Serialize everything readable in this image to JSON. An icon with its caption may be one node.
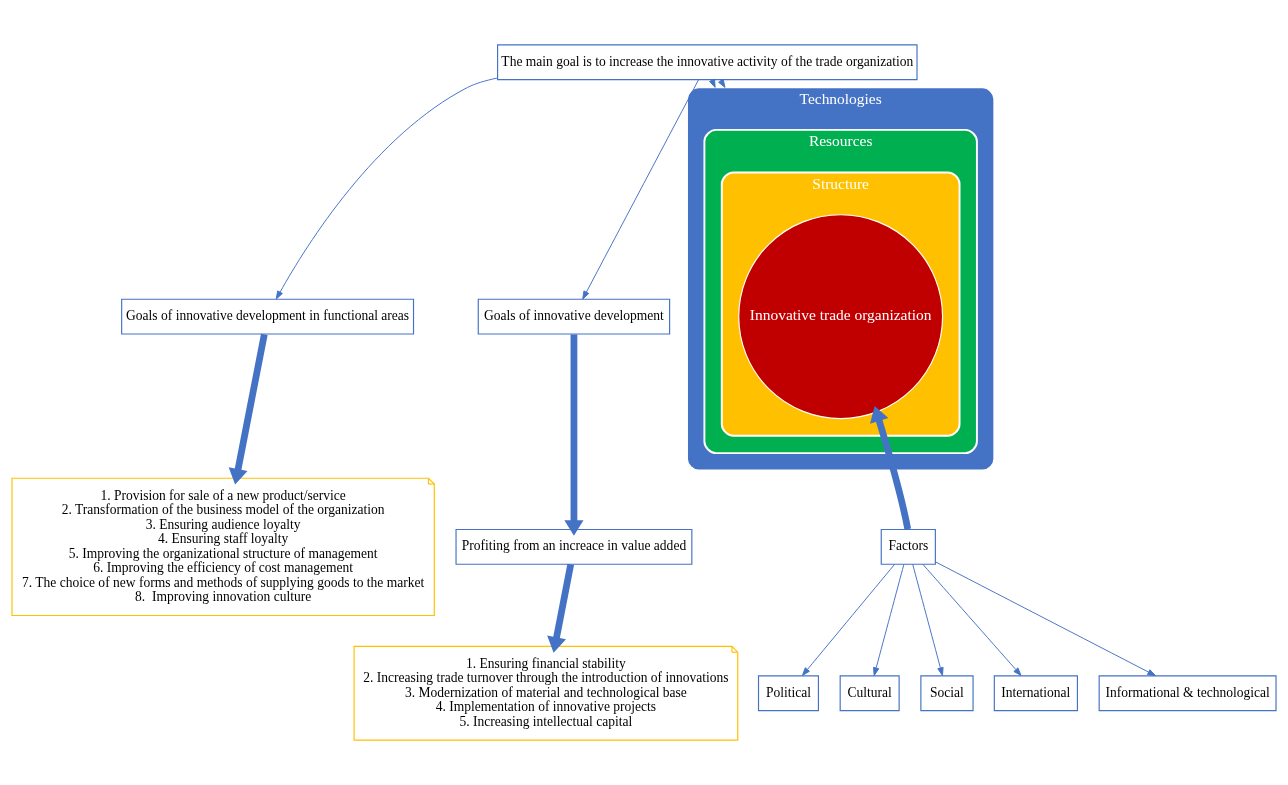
{
  "diagram": {
    "nodes": [
      {
        "text": [
          "The main goal is to increase the innovative activity of the trade organization"
        ]
      },
      {
        "text": [
          "Goals of innovative development in functional areas"
        ]
      },
      {
        "text": [
          "Goals of innovative development"
        ]
      },
      {
        "text": [
          "Technologies"
        ]
      },
      {
        "text": [
          "Resources"
        ],
        "in": 3
      },
      {
        "text": [
          "Structure"
        ],
        "in": 4
      },
      {
        "text": [
          "Innovative trade organization"
        ],
        "in": 5
      },
      {
        "text": [
          "1. Provision for sale of a new product/service",
          "2. Transformation of the business model of the organization",
          "3. Ensuring audience loyalty",
          "4. Ensuring staff loyalty",
          "5. Improving the organizational structure of management",
          "6. Improving the efficiency of cost management",
          "7. The choice of new forms and methods of supplying goods to the market",
          "8.  Improving innovation culture"
        ]
      },
      {
        "text": [
          "Profiting from an increace in value added"
        ]
      },
      {
        "text": [
          "1. Ensuring financial stability",
          "2. Increasing trade turnover through the introduction of innovations",
          "3. Modernization of material and technological base",
          "4. Implementation of innovative projects",
          "5. Increasing intellectual capital"
        ]
      },
      {
        "text": [
          "Factors"
        ]
      },
      {
        "text": [
          "Political"
        ]
      },
      {
        "text": [
          "Cultural"
        ]
      },
      {
        "text": [
          "Social"
        ]
      },
      {
        "text": [
          "International"
        ]
      },
      {
        "text": [
          "Informational & technological"
        ]
      }
    ],
    "edges": [
      {
        "from": 0,
        "to": 1,
        "arrow": "to"
      },
      {
        "from": 0,
        "to": 2,
        "arrow": "to"
      },
      {
        "from": 0,
        "to": 3,
        "arrow": "to"
      },
      {
        "from": 0,
        "to": 3,
        "arrow": "to"
      },
      {
        "from": 1,
        "to": 7,
        "arrow": "to",
        "style": "thick"
      },
      {
        "from": 2,
        "to": 8,
        "arrow": "to",
        "style": "thick"
      },
      {
        "from": 8,
        "to": 9,
        "arrow": "to",
        "style": "thick"
      },
      {
        "from": 10,
        "to": 6,
        "arrow": "to",
        "style": "thick"
      },
      {
        "from": 10,
        "to": 11,
        "arrow": "to"
      },
      {
        "from": 10,
        "to": 12,
        "arrow": "to"
      },
      {
        "from": 10,
        "to": 13,
        "arrow": "to"
      },
      {
        "from": 10,
        "to": 14,
        "arrow": "to"
      },
      {
        "from": 10,
        "to": 15,
        "arrow": "to"
      }
    ]
  }
}
